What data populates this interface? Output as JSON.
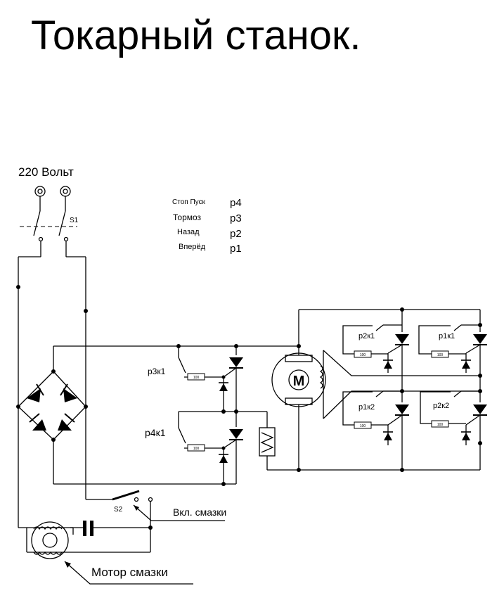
{
  "title": "Токарный станок.",
  "labels": {
    "supply": "220 Вольт",
    "s1": "S1",
    "s2": "S2",
    "r3k1": "р3к1",
    "r4k1": "р4к1",
    "motor_m": "M",
    "r2k1": "р2к1",
    "r1k1": "р1к1",
    "r1k2": "р1к2",
    "r2k2": "р2к2",
    "lube_switch": "Вкл. смазки",
    "lube_motor": "Мотор смазки",
    "res": "100"
  },
  "legend": [
    {
      "text": "Стоп    Пуск",
      "relay": "р4"
    },
    {
      "text": "Тормоз",
      "relay": "р3"
    },
    {
      "text": "Назад",
      "relay": "р2"
    },
    {
      "text": "Вперёд",
      "relay": "р1"
    }
  ]
}
